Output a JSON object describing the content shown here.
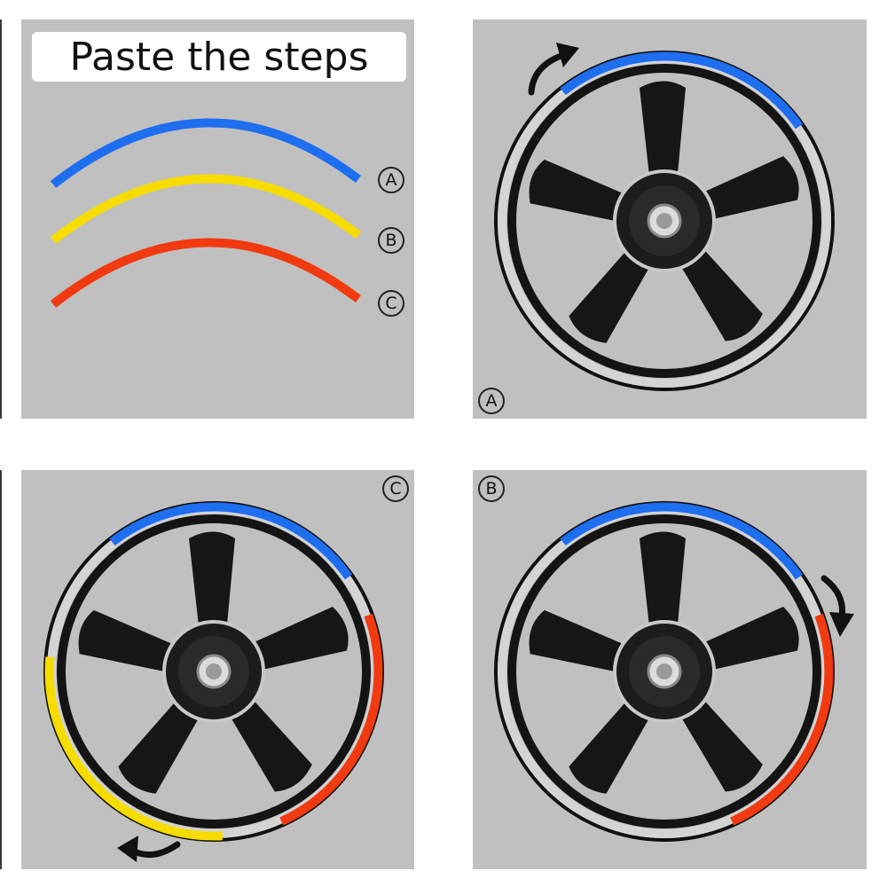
{
  "title": "Paste the steps",
  "strips": [
    {
      "letter": "A",
      "color": "#1e6ef0"
    },
    {
      "letter": "B",
      "color": "#f7dc00"
    },
    {
      "letter": "C",
      "color": "#f23a10"
    }
  ],
  "panels": {
    "top_right": {
      "letter": "A"
    },
    "bottom_left": {
      "letter": "C"
    },
    "bottom_right": {
      "letter": "B"
    }
  },
  "colors": {
    "panel_bg": "#c0c0c0",
    "blue": "#1e6ef0",
    "yellow": "#f7dc00",
    "red": "#f23a10",
    "rim": "#d4d4d4",
    "spokes": "#161616"
  },
  "icons": [
    "curved-arrow-icon",
    "wheel-image"
  ]
}
